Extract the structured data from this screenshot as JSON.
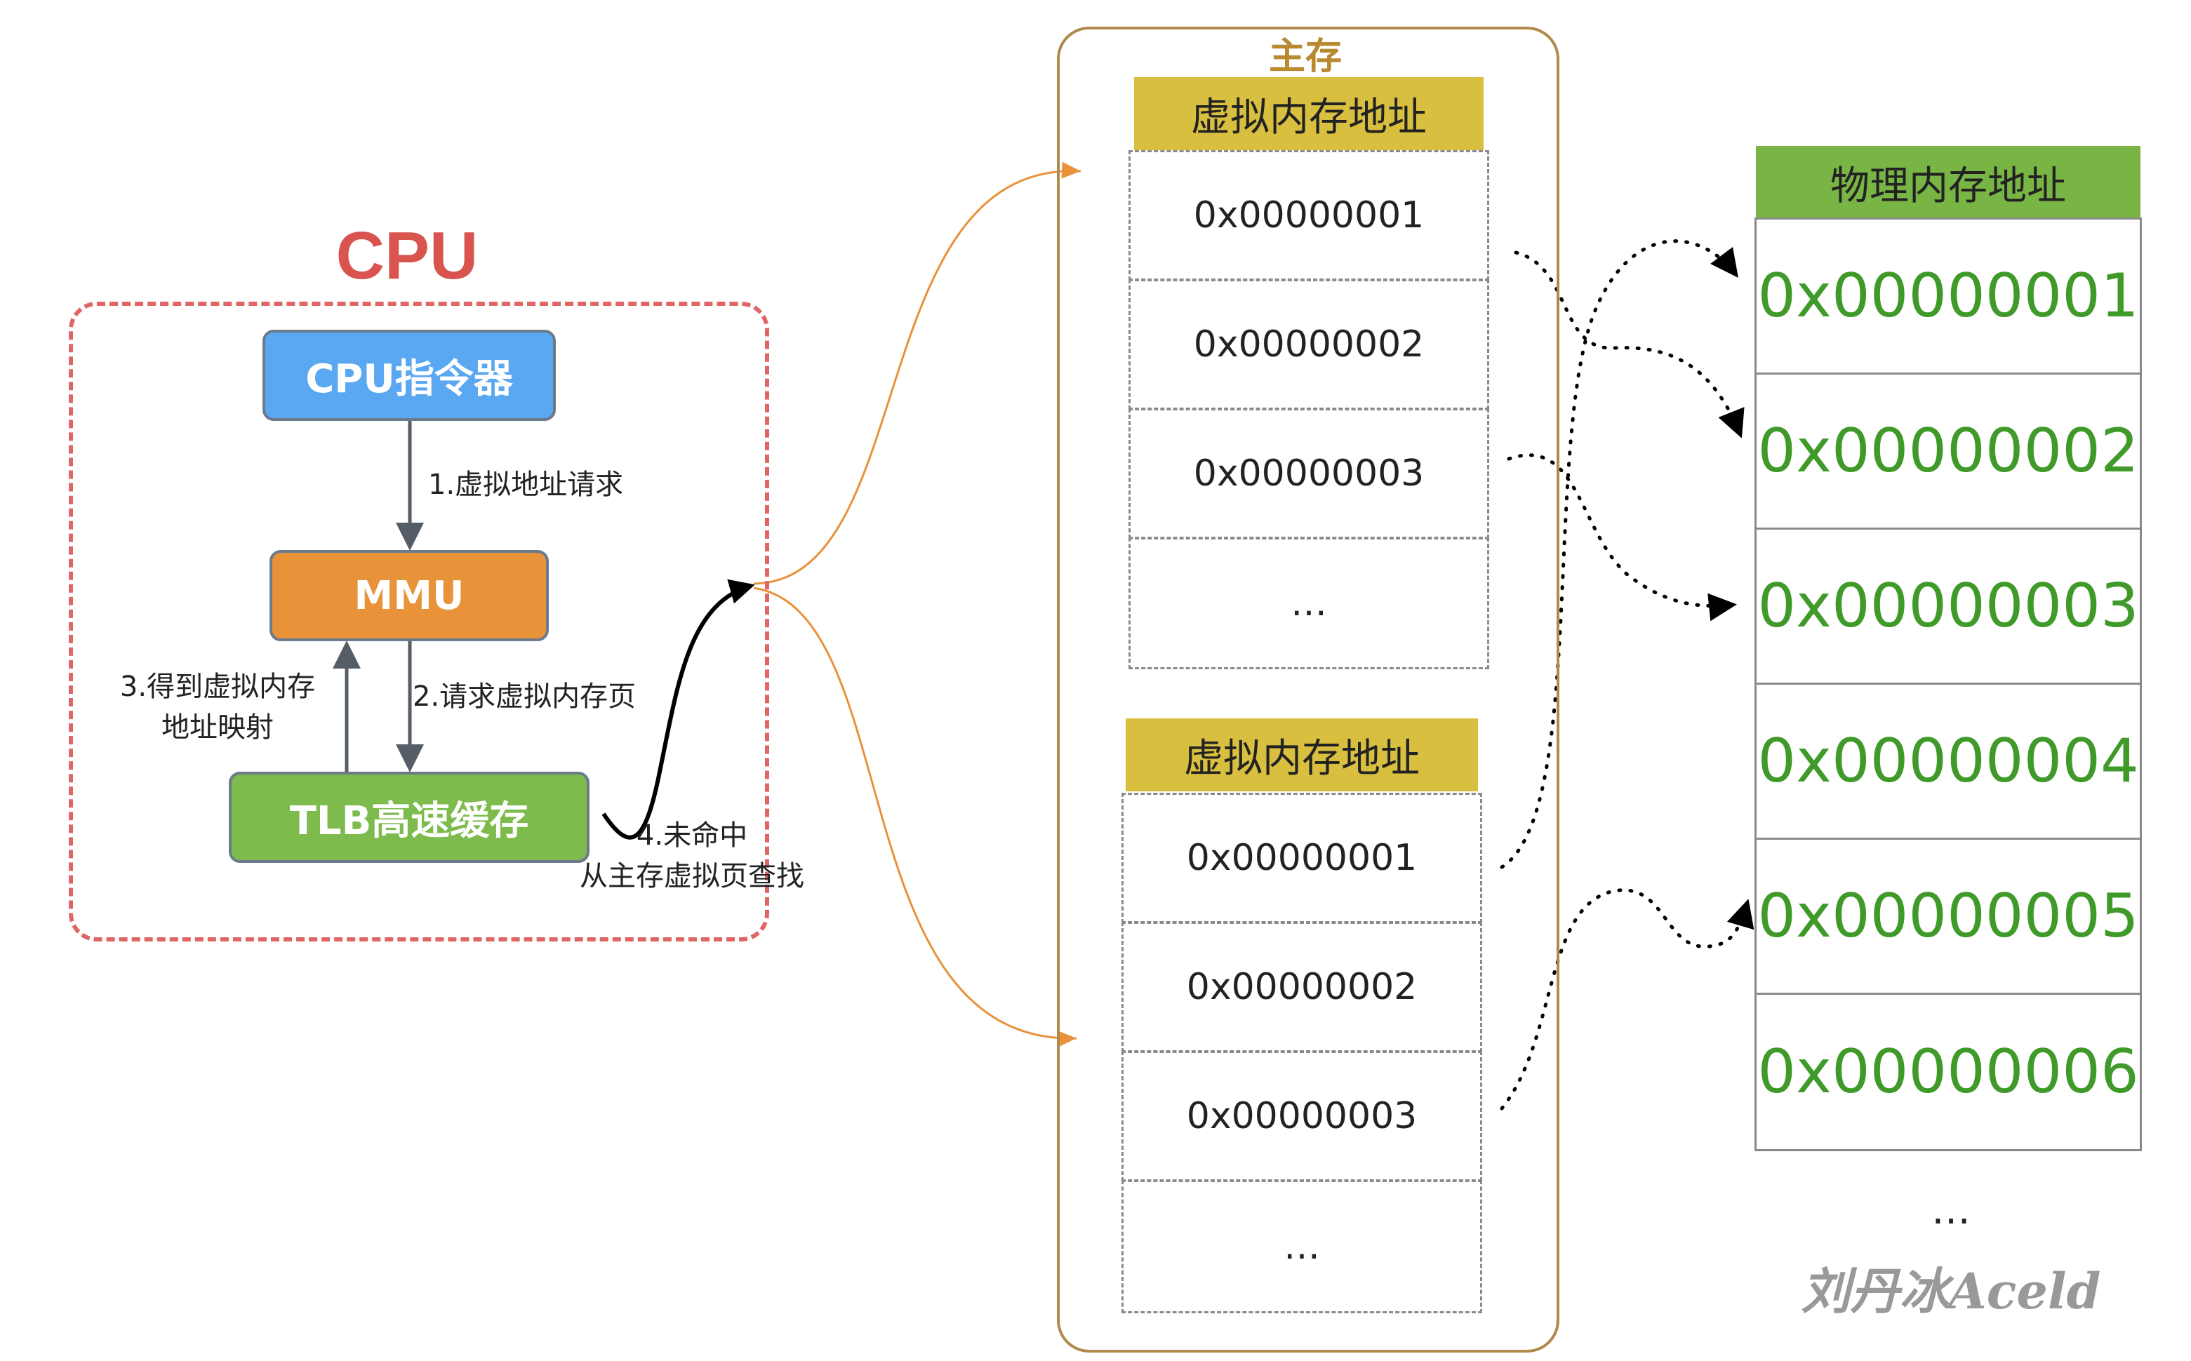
{
  "cpu": {
    "title": "CPU",
    "instruction_unit": "CPU指令器",
    "mmu": "MMU",
    "tlb": "TLB高速缓存"
  },
  "steps": {
    "s1": "1.虚拟地址请求",
    "s2": "2.请求虚拟内存页",
    "s3_line1": "3.得到虚拟内存",
    "s3_line2": "地址映射",
    "s4_line1": "4.未命中",
    "s4_line2": "从主存虚拟页查找"
  },
  "main_memory": {
    "title": "主存",
    "tables": [
      {
        "header": "虚拟内存地址",
        "cells": [
          "0x00000001",
          "0x00000002",
          "0x00000003",
          "…"
        ]
      },
      {
        "header": "虚拟内存地址",
        "cells": [
          "0x00000001",
          "0x00000002",
          "0x00000003",
          "…"
        ]
      }
    ]
  },
  "physical_memory": {
    "header": "物理内存地址",
    "cells": [
      "0x00000001",
      "0x00000002",
      "0x00000003",
      "0x00000004",
      "0x00000005",
      "0x00000006"
    ],
    "more": "…"
  },
  "watermark": "刘丹冰Aceld",
  "colors": {
    "cpu_title": "#d9534f",
    "cpu_border": "#e06666",
    "instruction_unit": "#5aa7f2",
    "mmu": "#e8923a",
    "tlb": "#7cbb4c",
    "memory_border": "#b08a4a",
    "memory_title": "#b8892f",
    "virtual_header": "#d8bf3f",
    "physical_header": "#79b545",
    "physical_text": "#3f9a2a",
    "orange_link": "#e8923a"
  }
}
